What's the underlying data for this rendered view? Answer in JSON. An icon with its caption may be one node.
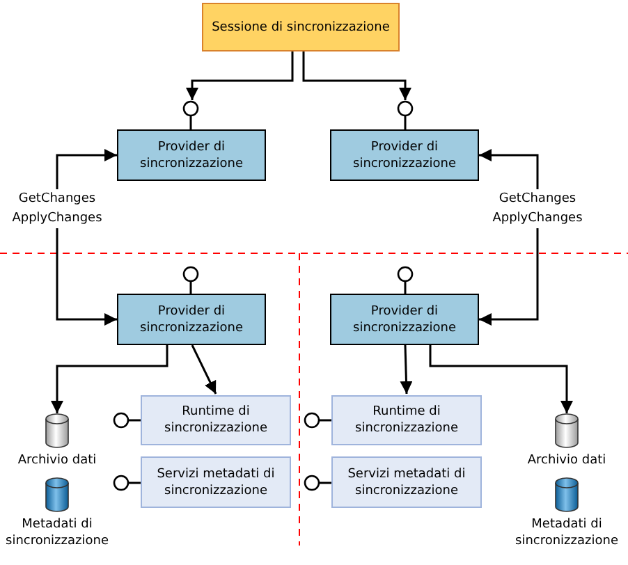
{
  "diagram": {
    "nodes": [
      {
        "text": [
          "Sessione di sincronizzazione"
        ]
      },
      {
        "text": [
          "Provider di sincronizzazione"
        ]
      },
      {
        "text": [
          "Provider di sincronizzazione"
        ]
      },
      {
        "text": [
          "Provider di sincronizzazione"
        ]
      },
      {
        "text": [
          "Provider di sincronizzazione"
        ]
      },
      {
        "text": [
          "Runtime di sincronizzazione"
        ]
      },
      {
        "text": [
          "Servizi metadati di sincronizzazione"
        ]
      },
      {
        "text": [
          "Runtime di sincronizzazione"
        ]
      },
      {
        "text": [
          "Servizi metadati di sincronizzazione"
        ]
      },
      {
        "text": [
          "Archivio dati"
        ]
      },
      {
        "text": [
          "Metadati di sincronizzazione"
        ]
      },
      {
        "text": [
          "Archivio dati"
        ]
      },
      {
        "text": [
          "Metadati di sincronizzazione"
        ]
      }
    ],
    "edges": [
      {
        "from": 0,
        "to": 1,
        "arrow": "to"
      },
      {
        "from": 0,
        "to": 2,
        "arrow": "to"
      },
      {
        "from": 1,
        "to": 3,
        "arrow": "both",
        "label": "GetChanges ApplyChanges"
      },
      {
        "from": 2,
        "to": 4,
        "arrow": "both",
        "label": "GetChanges ApplyChanges"
      },
      {
        "from": 3,
        "to": 5,
        "arrow": "to"
      },
      {
        "from": 3,
        "to": 9,
        "arrow": "to"
      },
      {
        "from": 4,
        "to": 7,
        "arrow": "to"
      },
      {
        "from": 4,
        "to": 11,
        "arrow": "to"
      }
    ]
  }
}
